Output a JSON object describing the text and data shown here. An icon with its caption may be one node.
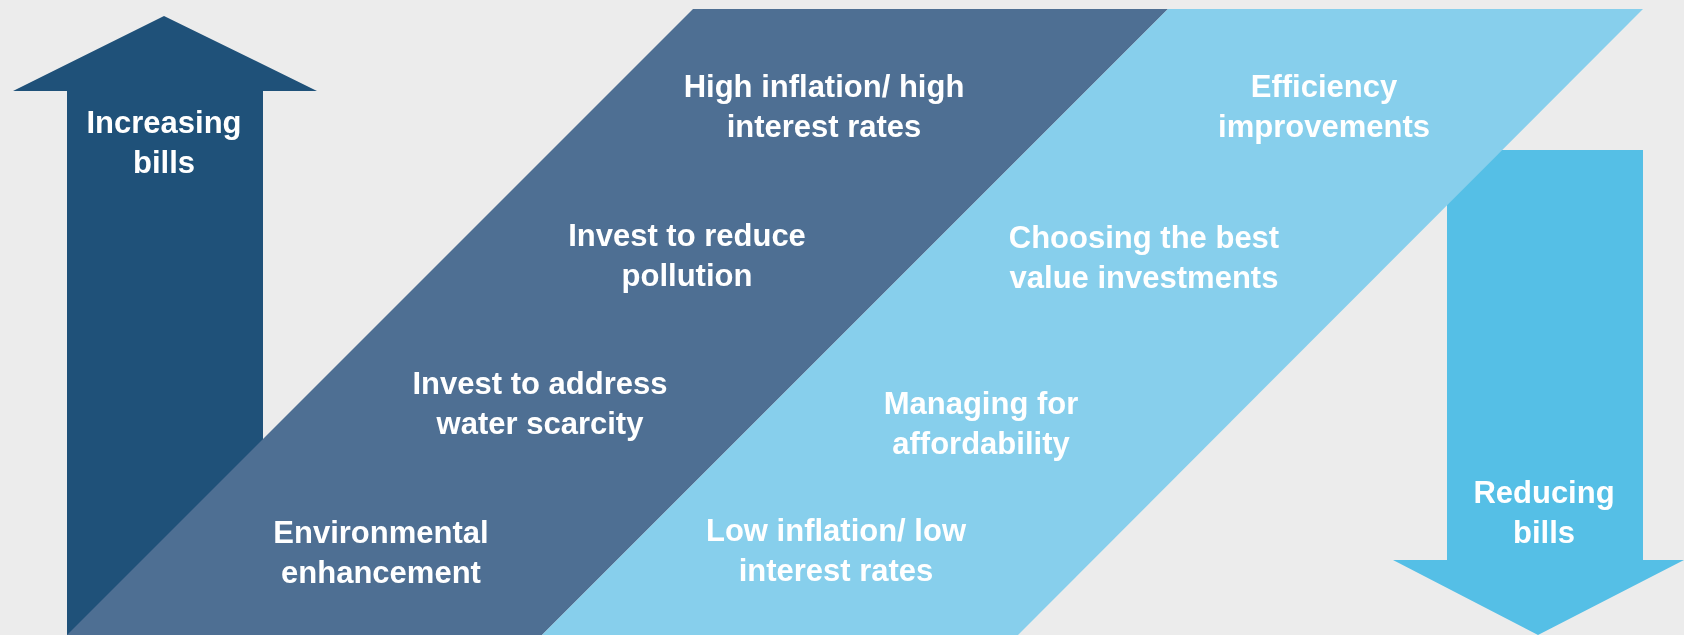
{
  "diagram": {
    "nodes": [
      {
        "text": [
          "Increasing bills"
        ]
      },
      {
        "text": [
          "High inflation/ high interest rates",
          "Invest to reduce pollution",
          "Invest to address water scarcity",
          "Environmental enhancement"
        ]
      },
      {
        "text": [
          "Efficiency improvements",
          "Choosing the best value investments",
          "Managing for affordability",
          "Low inflation/ low interest rates"
        ]
      },
      {
        "text": [
          "Reducing bills"
        ]
      }
    ]
  }
}
